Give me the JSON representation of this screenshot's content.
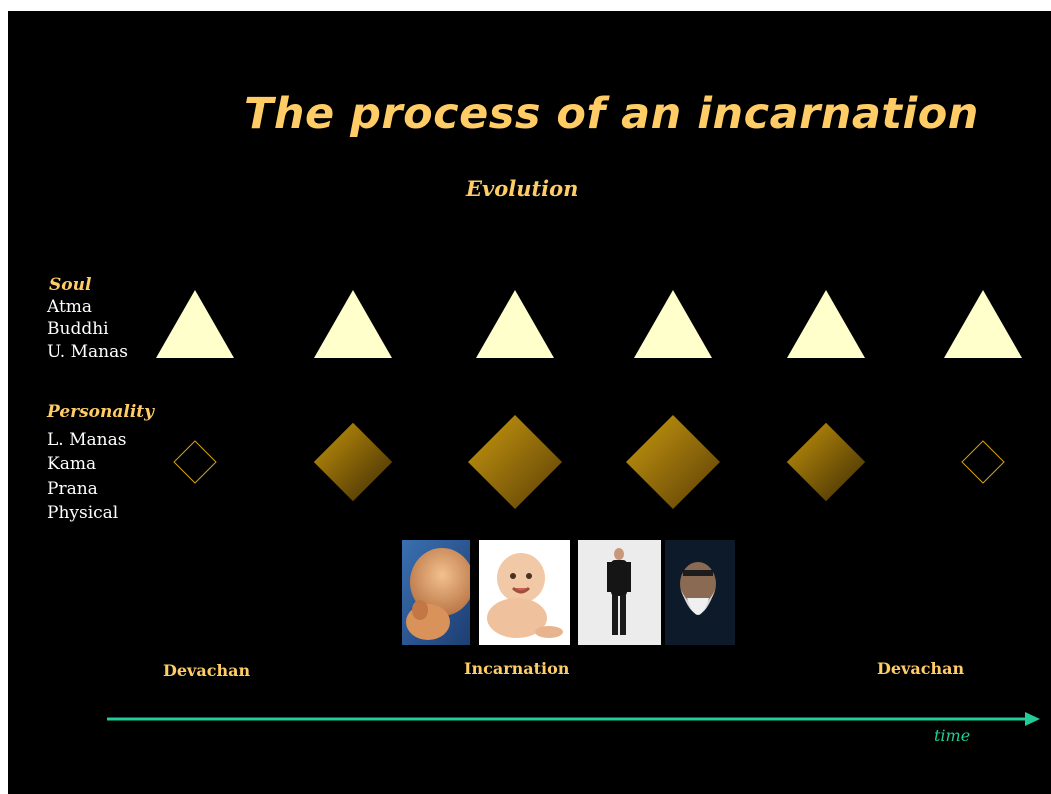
{
  "title": "The process of an incarnation",
  "subtitle": "Evolution",
  "soul": {
    "heading": "Soul",
    "items": [
      "Atma",
      "Buddhi",
      "U. Manas"
    ]
  },
  "personality": {
    "heading": "Personality",
    "items": [
      "L. Manas",
      "Kama",
      "Prana",
      "Physical"
    ]
  },
  "phases": {
    "left": "Devachan",
    "middle": "Incarnation",
    "right": "Devachan"
  },
  "axis_label": "time",
  "colors": {
    "background": "#000000",
    "heading": "#ffcc66",
    "triangle": "#ffffcc",
    "diamond_light": "#c4940a",
    "diamond_dark": "#3d2a05",
    "arrow": "#22cc99"
  },
  "stages": [
    {
      "diamond": "outline",
      "level": 0.0
    },
    {
      "diamond": "filled",
      "level": 0.7
    },
    {
      "diamond": "filled",
      "level": 1.0
    },
    {
      "diamond": "filled",
      "level": 1.0
    },
    {
      "diamond": "filled",
      "level": 0.7
    },
    {
      "diamond": "outline",
      "level": 0.0
    }
  ],
  "photos": [
    "fetus-photo",
    "baby-photo",
    "adult-man-photo",
    "old-man-photo"
  ]
}
